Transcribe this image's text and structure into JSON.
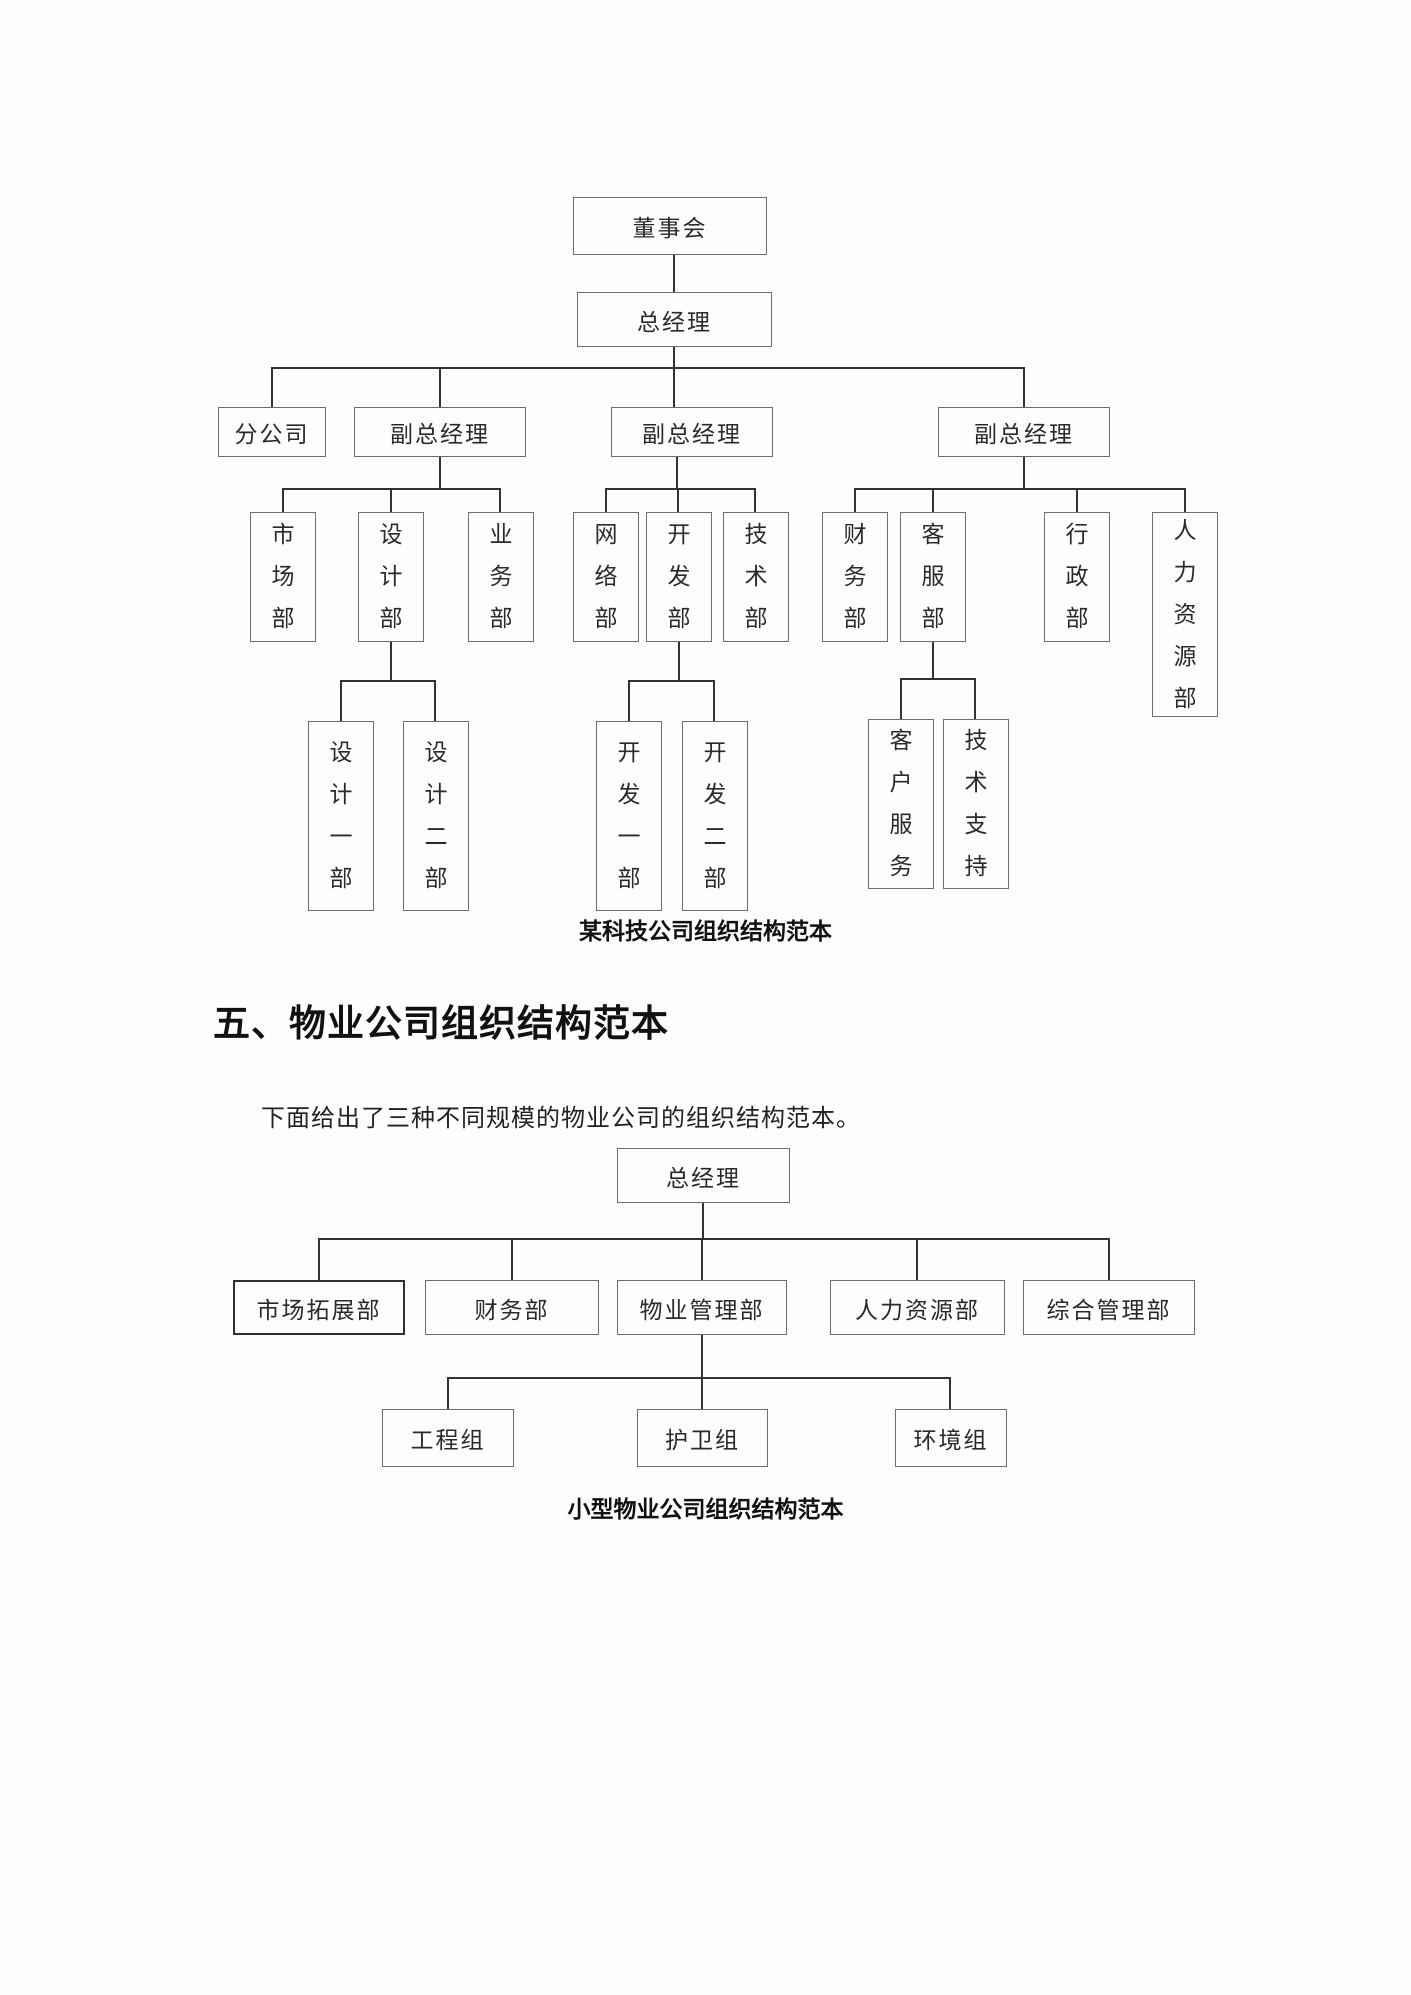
{
  "page": {
    "section_heading": "五、物业公司组织结构范本",
    "section_paragraph": "下面给出了三种不同规模的物业公司的组织结构范本。"
  },
  "chart1": {
    "caption": "某科技公司组织结构范本",
    "nodes": {
      "board": "董事会",
      "gm": "总经理",
      "branch_co": "分公司",
      "vgm1": "副总经理",
      "vgm2": "副总经理",
      "vgm3": "副总经理",
      "marketing": "市场部",
      "design": "设计部",
      "business": "业务部",
      "network": "网络部",
      "dev": "开发部",
      "tech": "技术部",
      "finance": "财务部",
      "service": "客服部",
      "admin": "行政部",
      "hr": "人力资源部",
      "design1": "设计一部",
      "design2": "设计二部",
      "dev1": "开发一部",
      "dev2": "开发二部",
      "cust_service": "客户服务",
      "tech_support": "技术支持"
    },
    "hierarchy": {
      "board": [
        "gm"
      ],
      "gm": [
        "branch_co",
        "vgm1",
        "vgm2",
        "vgm3"
      ],
      "vgm1": [
        "marketing",
        "design",
        "business"
      ],
      "vgm2": [
        "network",
        "dev",
        "tech"
      ],
      "vgm3": [
        "finance",
        "service",
        "admin",
        "hr"
      ],
      "design": [
        "design1",
        "design2"
      ],
      "dev": [
        "dev1",
        "dev2"
      ],
      "service": [
        "cust_service",
        "tech_support"
      ]
    }
  },
  "chart2": {
    "caption": "小型物业公司组织结构范本",
    "nodes": {
      "gm": "总经理",
      "market_expand": "市场拓展部",
      "finance": "财务部",
      "property_mgmt": "物业管理部",
      "hr": "人力资源部",
      "general_mgmt": "综合管理部",
      "engineering": "工程组",
      "guard": "护卫组",
      "environment": "环境组"
    },
    "hierarchy": {
      "gm": [
        "market_expand",
        "finance",
        "property_mgmt",
        "hr",
        "general_mgmt"
      ],
      "property_mgmt": [
        "engineering",
        "guard",
        "environment"
      ]
    }
  }
}
